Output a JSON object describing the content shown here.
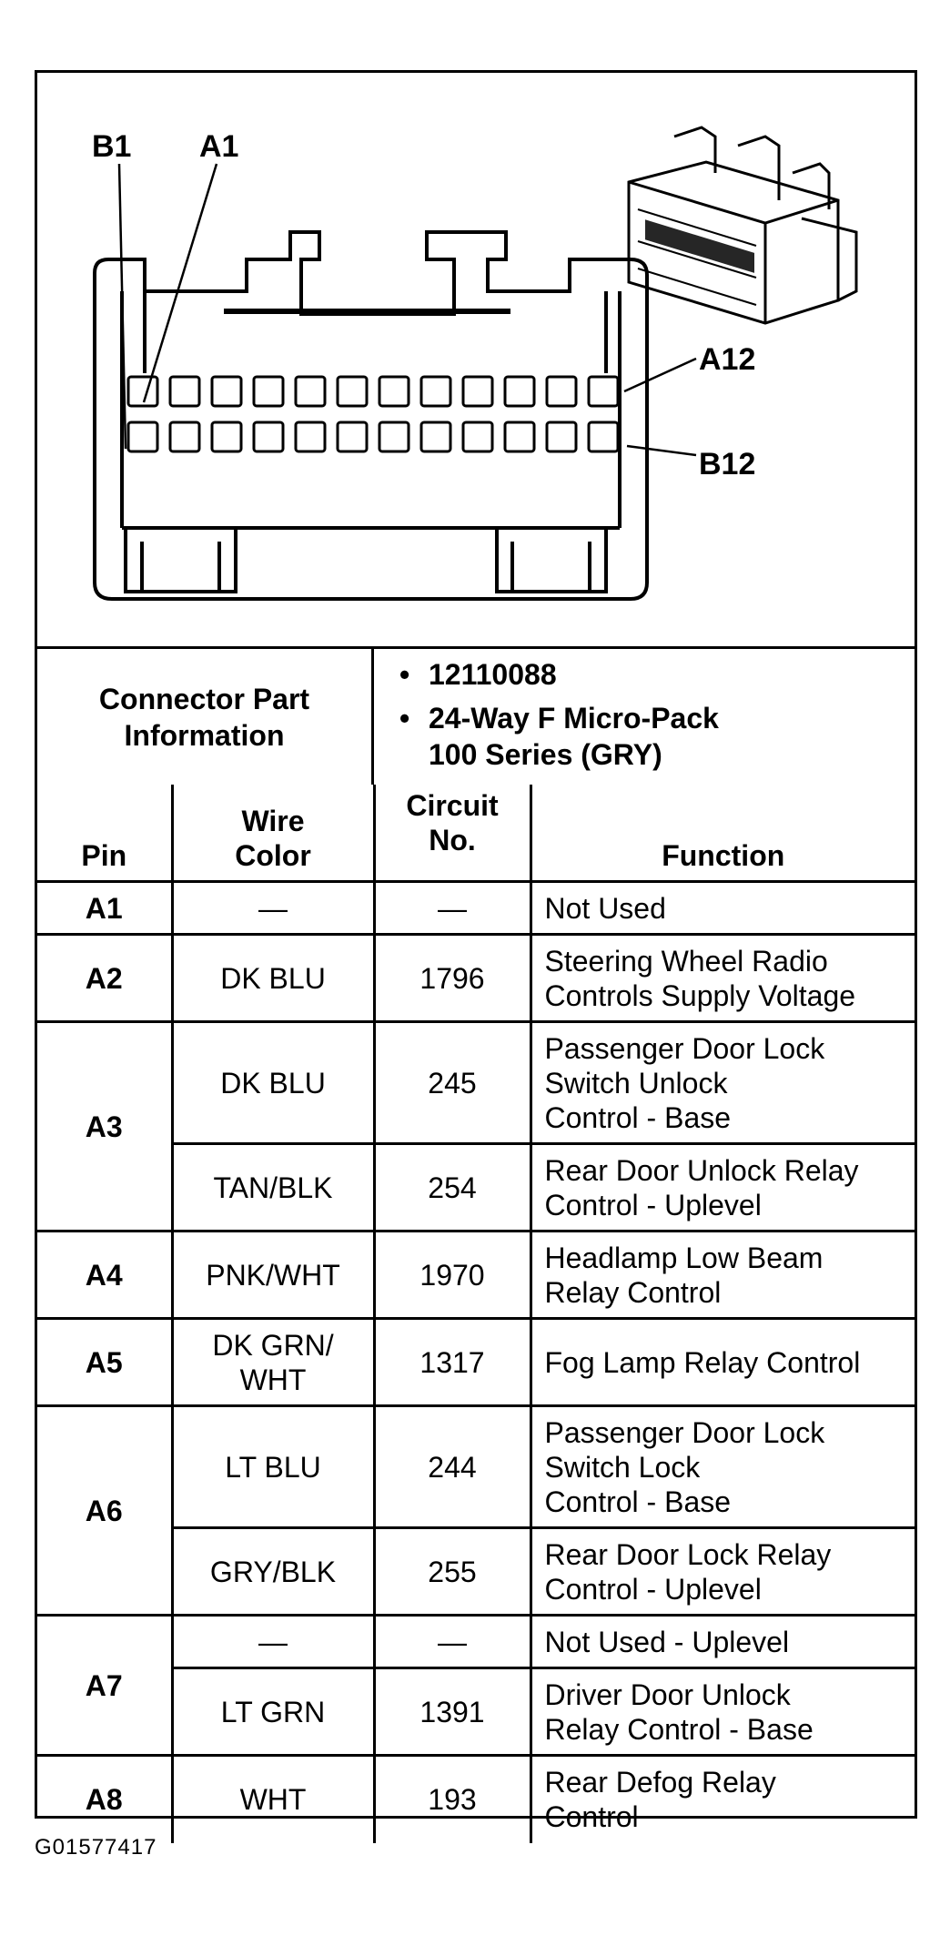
{
  "diagram": {
    "labels": {
      "b1": "B1",
      "a1": "A1",
      "a12": "A12",
      "b12": "B12"
    },
    "top_row_cavities": 12,
    "bottom_row_cavities": 12
  },
  "connector_info": {
    "heading": [
      "Connector Part",
      "Information"
    ],
    "bullets": [
      [
        "12110088"
      ],
      [
        "24-Way F Micro-Pack",
        "100 Series (GRY)"
      ]
    ],
    "bullet_symbol": "•"
  },
  "table": {
    "headers": {
      "pin": "Pin",
      "wire_color": [
        "Wire",
        "Color"
      ],
      "circuit": [
        "Circuit",
        "No."
      ],
      "function": "Function"
    },
    "groups": [
      {
        "pin": "A1",
        "rows": [
          {
            "wire": [
              "—"
            ],
            "circuit": "—",
            "function": [
              "Not Used"
            ]
          }
        ]
      },
      {
        "pin": "A2",
        "rows": [
          {
            "wire": [
              "DK BLU"
            ],
            "circuit": "1796",
            "function": [
              "Steering Wheel Radio",
              "Controls Supply Voltage"
            ]
          }
        ]
      },
      {
        "pin": "A3",
        "rows": [
          {
            "wire": [
              "DK BLU"
            ],
            "circuit": "245",
            "function": [
              "Passenger Door Lock",
              "Switch Unlock",
              "Control - Base"
            ]
          },
          {
            "wire": [
              "TAN/BLK"
            ],
            "circuit": "254",
            "function": [
              "Rear Door Unlock Relay",
              "Control - Uplevel"
            ]
          }
        ]
      },
      {
        "pin": "A4",
        "rows": [
          {
            "wire": [
              "PNK/WHT"
            ],
            "circuit": "1970",
            "function": [
              "Headlamp Low Beam",
              "Relay Control"
            ]
          }
        ]
      },
      {
        "pin": "A5",
        "rows": [
          {
            "wire": [
              "DK GRN/",
              "WHT"
            ],
            "circuit": "1317",
            "function": [
              "Fog Lamp Relay Control"
            ]
          }
        ]
      },
      {
        "pin": "A6",
        "rows": [
          {
            "wire": [
              "LT BLU"
            ],
            "circuit": "244",
            "function": [
              "Passenger Door Lock",
              "Switch Lock",
              "Control - Base"
            ]
          },
          {
            "wire": [
              "GRY/BLK"
            ],
            "circuit": "255",
            "function": [
              "Rear Door Lock Relay",
              "Control - Uplevel"
            ]
          }
        ]
      },
      {
        "pin": "A7",
        "rows": [
          {
            "wire": [
              "—"
            ],
            "circuit": "—",
            "function": [
              "Not Used - Uplevel"
            ]
          },
          {
            "wire": [
              "LT GRN"
            ],
            "circuit": "1391",
            "function": [
              "Driver Door Unlock",
              "Relay Control - Base"
            ]
          }
        ]
      },
      {
        "pin": "A8",
        "rows": [
          {
            "wire": [
              "WHT"
            ],
            "circuit": "193",
            "function": [
              "Rear Defog Relay",
              "Control"
            ]
          }
        ]
      }
    ]
  },
  "figure_id": "G01577417"
}
